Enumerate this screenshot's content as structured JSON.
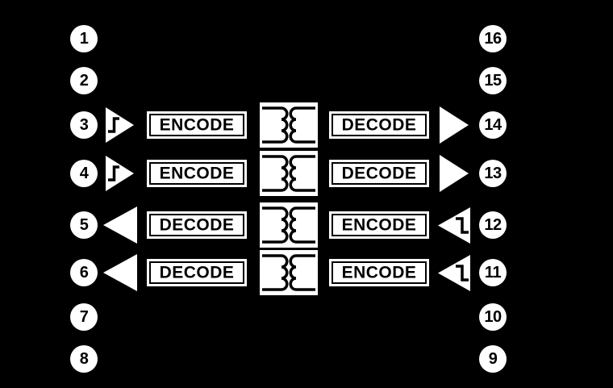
{
  "diagram": {
    "title": "quad-channel-digital-isolator-functional-diagram",
    "background_color": "#000000",
    "element_color": "#ffffff",
    "ink_color": "#000000"
  },
  "pins": {
    "left": [
      "1",
      "2",
      "3",
      "4",
      "5",
      "6",
      "7",
      "8"
    ],
    "right": [
      "16",
      "15",
      "14",
      "13",
      "12",
      "11",
      "10",
      "9"
    ]
  },
  "channels": [
    {
      "direction": "left-to-right",
      "left_block": "ENCODE",
      "right_block": "DECODE",
      "input_pin": "3",
      "output_pin": "14"
    },
    {
      "direction": "left-to-right",
      "left_block": "ENCODE",
      "right_block": "DECODE",
      "input_pin": "4",
      "output_pin": "13"
    },
    {
      "direction": "right-to-left",
      "left_block": "DECODE",
      "right_block": "ENCODE",
      "input_pin": "12",
      "output_pin": "5"
    },
    {
      "direction": "right-to-left",
      "left_block": "DECODE",
      "right_block": "ENCODE",
      "input_pin": "11",
      "output_pin": "6"
    }
  ],
  "icons": {
    "transformer": "isolation-transformer-icon",
    "input_buffer": "schmitt-trigger-buffer-icon",
    "output_buffer": "output-driver-triangle-icon"
  }
}
